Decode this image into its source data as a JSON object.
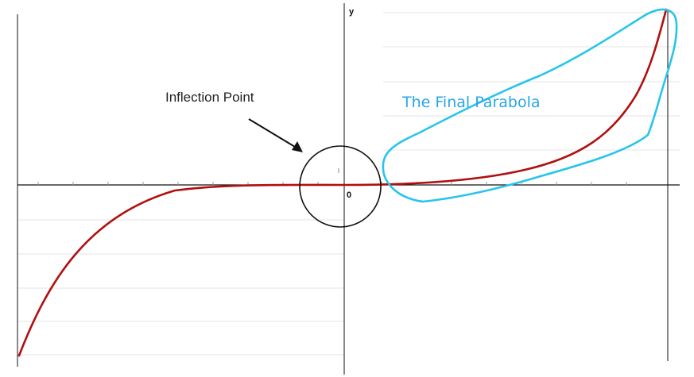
{
  "annotations": {
    "inflection_label": "Inflection Point",
    "final_label": "The Final Parabola"
  },
  "axes": {
    "y_label": "y",
    "origin_label": "0"
  },
  "colors": {
    "curve": "#b01010",
    "highlight": "#27c5ea",
    "axis": "#111111",
    "grid": "#e4e4e4",
    "annotation": "#111111"
  },
  "chart_data": {
    "type": "line",
    "series": [
      {
        "function": "cubic (y = k·x³)",
        "shape": "increasing, flat through origin"
      }
    ],
    "grid": true
  }
}
